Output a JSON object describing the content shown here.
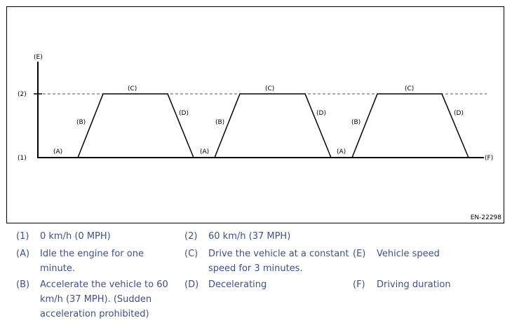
{
  "diagram": {
    "code": "EN-22298",
    "axis_labels": {
      "y_axis": "(E)",
      "speed_level": "(2)",
      "zero_level": "(1)",
      "x_axis": "(F)"
    },
    "segment_labels": {
      "idle": "(A)",
      "accelerate": "(B)",
      "constant": "(C)",
      "decelerate": "(D)"
    },
    "cycles": 3
  },
  "legend": [
    {
      "key": "(1)",
      "text": "0 km/h (0 MPH)"
    },
    {
      "key": "(2)",
      "text": "60 km/h (37 MPH)"
    },
    {
      "key": "(A)",
      "text": "Idle the engine for one minute."
    },
    {
      "key": "(C)",
      "text": "Drive the vehicle at a constant speed for 3 minutes."
    },
    {
      "key": "(E)",
      "text": "Vehicle speed"
    },
    {
      "key": "(B)",
      "text": "Accelerate the vehicle to 60 km/h (37 MPH). (Sudden acceleration prohibited)"
    },
    {
      "key": "(D)",
      "text": "Decelerating"
    },
    {
      "key": "(F)",
      "text": "Driving duration"
    }
  ]
}
